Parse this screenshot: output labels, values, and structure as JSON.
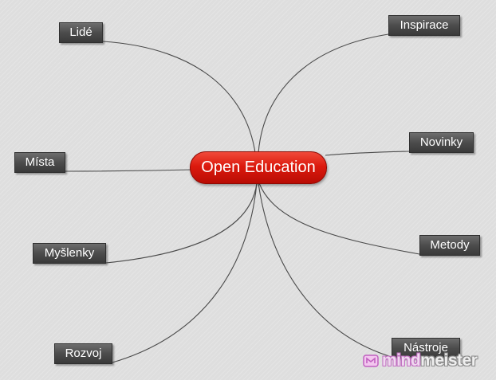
{
  "mindmap": {
    "root": {
      "label": "Open Education",
      "color": "#dc1a0e"
    },
    "left_branches": [
      {
        "id": "lide",
        "label": "Lidé"
      },
      {
        "id": "mista",
        "label": "Místa"
      },
      {
        "id": "myslenky",
        "label": "Myšlenky"
      },
      {
        "id": "rozvoj",
        "label": "Rozvoj"
      }
    ],
    "right_branches": [
      {
        "id": "inspirace",
        "label": "Inspirace"
      },
      {
        "id": "novinky",
        "label": "Novinky"
      },
      {
        "id": "metody",
        "label": "Metody"
      },
      {
        "id": "nastroje",
        "label": "Nástroje"
      }
    ],
    "node_color": "#4c4c4c",
    "connector_color": "#4a4a4a"
  },
  "watermark": {
    "brand_part1": "mind",
    "brand_part2": "meister",
    "brand_color": "#c070c0",
    "icon": "mindmeister-logo-icon"
  }
}
